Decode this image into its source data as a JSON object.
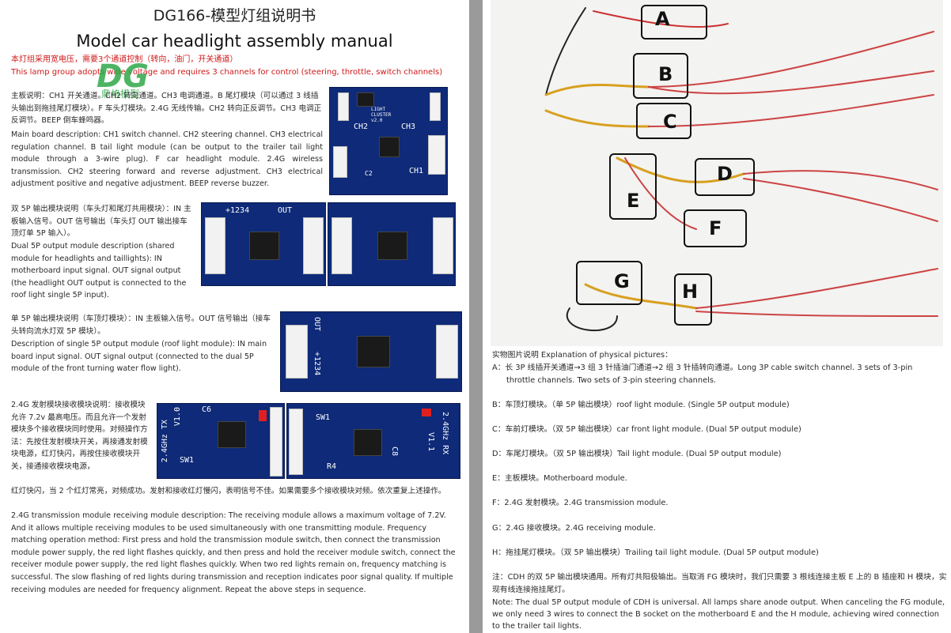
{
  "left": {
    "title_cn": "DG166-模型灯组说明书",
    "title_en": "Model car headlight assembly manual",
    "logo_text": "DG",
    "logo_sub": "鼎格模型",
    "intro_cn": "本灯组采用宽电压，需要3个通道控制（转向，油门，开关通道）",
    "intro_en": "This lamp group adopts wide voltage and requires 3 channels for control (steering, throttle, switch channels)",
    "main_cn": "主板说明：CH1 开关通道。CH2 转向通道。CH3 电调通道。B 尾灯模块（可以通过 3 线插头输出到拖挂尾灯模块）。F 车头灯模块。2.4G 无线传输。CH2 转向正反调节。CH3 电调正反调节。BEEP 倒车蜂鸣器。",
    "main_en": "Main board description: CH1 switch channel. CH2 steering channel. CH3 electrical regulation channel. B tail light module (can be output to the trailer tail light module through a 3-wire plug). F car headlight module. 2.4G wireless transmission. CH2 steering forward and reverse adjustment. CH3 electrical adjustment positive and negative adjustment. BEEP reverse buzzer.",
    "dual_cn": "双 5P 输出模块说明（车头灯和尾灯共用模块）：IN 主板输入信号。OUT 信号输出（车头灯 OUT 输出接车顶灯单 5P 输入）。",
    "dual_en": "Dual 5P output module description (shared module for headlights and taillights): IN motherboard input signal. OUT signal output (the headlight OUT output is connected to the roof light single 5P input).",
    "single_cn": "单 5P 输出模块说明（车顶灯模块）：IN 主板输入信号。OUT 信号输出（接车头转向流水灯双 5P 模块）。",
    "single_en": "Description of single 5P output module (roof light module): IN main board input signal. OUT signal output (connected to the dual 5P module of the front turning water flow light).",
    "rf_cn_a": "2.4G 发射模块接收模块说明：接收模块允许 7.2v 最高电压。而且允许一个发射模块多个接收模块同时使用。对频操作方法：先按住发射模块开关，再接通发射模块电源，红灯快闪，再按住接收模块开关，接通接收模块电源，",
    "rf_cn_b": "红灯快闪，当 2 个红灯常亮，对频成功。发射和接收红灯慢闪，表明信号不佳。如果需要多个接收模块对频。依次重复上述操作。",
    "rf_en": "2.4G transmission module receiving module description: The receiving module allows a maximum voltage of 7.2V. And it allows multiple receiving modules to be used simultaneously with one transmitting module. Frequency matching operation method: First press and hold the transmission module switch, then connect the transmission module power supply, the red light flashes quickly, and then press and hold the receiver module switch, connect the receiver module power supply, the red light flashes quickly. When two red lights remain on, frequency matching is successful. The slow flashing of red lights during transmission and reception indicates poor signal quality. If multiple receiving modules are needed for frequency alignment. Repeat the above steps in sequence.",
    "pcb_labels": {
      "main_top": "LIGHT CLUSTER v2.0",
      "ch2": "CH2",
      "ch3": "CH3",
      "ch1": "CH1",
      "c2": "C2",
      "dual_a": "+1234",
      "dual_b": "OUT",
      "single_a": "OUT",
      "single_b": "+1234",
      "tx_a": "2.4GHz TX",
      "tx_b": "V1.0",
      "tx_c": "C6",
      "tx_d": "SW1",
      "rx_a": "SW1",
      "rx_b": "2.4GHz RX",
      "rx_c": "V1.1",
      "rx_d": "C8",
      "rx_e": "R4"
    }
  },
  "right": {
    "photo_labels": [
      "A",
      "B",
      "C",
      "D",
      "E",
      "F",
      "G",
      "H"
    ],
    "caption_title": "实物图片说明 Explanation of physical pictures：",
    "a_line1": "A：长 3P 线插开关通道→3 组 3 针插油门通道→2 组 3 针插转向通道。Long 3P cable switch channel. 3 sets of 3-pin",
    "a_line2": "throttle channels. Two sets of 3-pin steering channels.",
    "b": "B：车顶灯模块。（单 5P 输出模块）roof light module. (Single 5P output module)",
    "c": "C：车前灯模块。（双 5P 输出模块）car front light module. (Dual 5P output module)",
    "d": "D：车尾灯模块。（双 5P 输出模块）Tail light module. (Dual 5P output module)",
    "e": "E：主板模块。Motherboard module.",
    "f": "F：2.4G 发射模块。2.4G transmission module.",
    "g": "G：2.4G 接收模块。2.4G receiving module.",
    "h": "H：拖挂尾灯模块。（双 5P 输出模块）Trailing tail light module. (Dual 5P output module)",
    "note_cn": "注：CDH 的双 5P 输出模块通用。所有灯共阳极输出。当取消 FG 模块时，我们只需要 3 根线连接主板 E 上的 B 插座和 H 模块，实现有线连接拖挂尾灯。",
    "note_en": "Note: The dual 5P output module of CDH is universal. All lamps share anode output. When canceling the FG module, we only need 3 wires to connect the B socket on the motherboard E and the H module, achieving wired connection to the trailer tail lights."
  },
  "colors": {
    "pcb_blue": "#0e2a78",
    "intro_red": "#d01818",
    "logo_green": "#2fa84a"
  }
}
